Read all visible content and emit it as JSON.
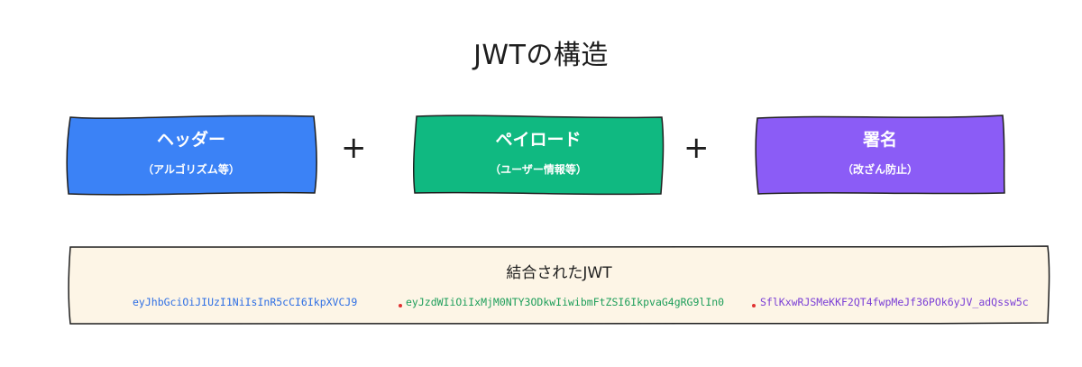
{
  "title": "JWTの構造",
  "blocks": [
    {
      "label": "ヘッダー",
      "sub": "（アルゴリズム等）",
      "color": "#3b82f6"
    },
    {
      "label": "ペイロード",
      "sub": "（ユーザー情報等）",
      "color": "#10b981"
    },
    {
      "label": "署名",
      "sub": "（改ざん防止）",
      "color": "#8b5cf6"
    }
  ],
  "operators": [
    "+",
    "+"
  ],
  "combined": {
    "title": "結合されたJWT",
    "background": "#fdf5e6",
    "parts": {
      "header": "eyJhbGciOiJIUzI1NiIsInR5cCI6IkpXVCJ9",
      "payload": "eyJzdWIiOiIxMjM0NTY3ODkwIiwibmFtZSI6IkpvaG4gRG9lIn0",
      "signature": "SflKxwRJSMeKKF2QT4fwpMeJf36POk6yJV_adQssw5c"
    },
    "separator_color": "#e03131"
  }
}
